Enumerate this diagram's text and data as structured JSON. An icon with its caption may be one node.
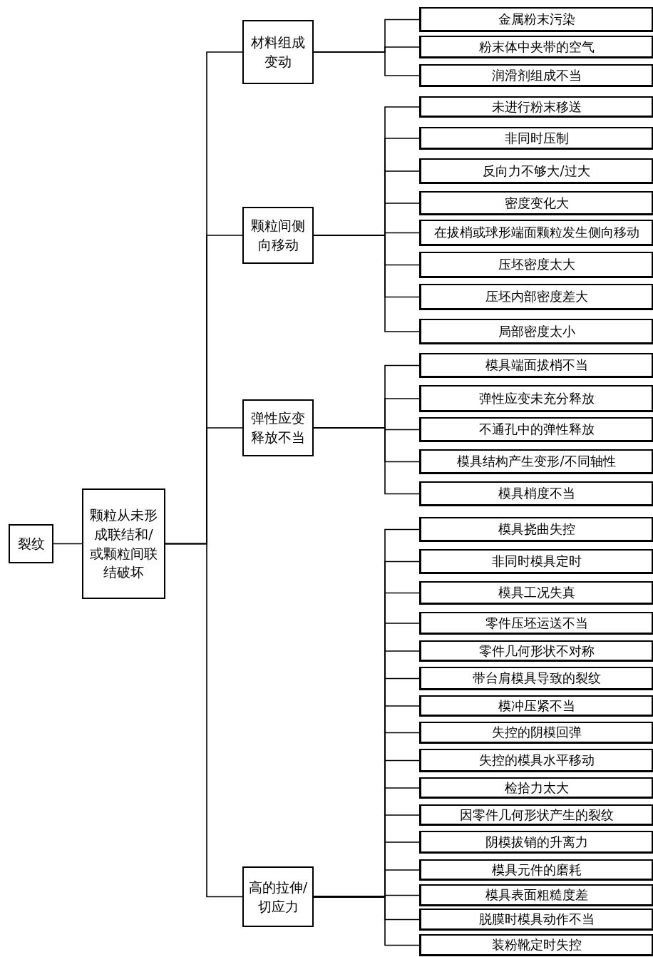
{
  "diagram": {
    "nodes": [
      {
        "text": [
          "裂纹"
        ]
      },
      {
        "text": [
          "颗粒从未形成联结和/或颗粒间联结破坏"
        ]
      },
      {
        "text": [
          "材料组成变动"
        ]
      },
      {
        "text": [
          "金属粉末污染"
        ]
      },
      {
        "text": [
          "粉末体中夹带的空气"
        ]
      },
      {
        "text": [
          "润滑剂组成不当"
        ]
      },
      {
        "text": [
          "颗粒间侧向移动"
        ]
      },
      {
        "text": [
          "未进行粉末移送"
        ]
      },
      {
        "text": [
          "非同时压制"
        ]
      },
      {
        "text": [
          "反向力不够大/过大"
        ]
      },
      {
        "text": [
          "密度变化大"
        ]
      },
      {
        "text": [
          "在拔梢或球形端面颗粒发生侧向移动"
        ]
      },
      {
        "text": [
          "压坯密度太大"
        ]
      },
      {
        "text": [
          "压坯内部密度差大"
        ]
      },
      {
        "text": [
          "局部密度太小"
        ]
      },
      {
        "text": [
          "弹性应变释放不当"
        ]
      },
      {
        "text": [
          "模具端面拔梢不当"
        ]
      },
      {
        "text": [
          "弹性应变未充分释放"
        ]
      },
      {
        "text": [
          "不通孔中的弹性释放"
        ]
      },
      {
        "text": [
          "模具结构产生变形/不同轴性"
        ]
      },
      {
        "text": [
          "模具梢度不当"
        ]
      },
      {
        "text": [
          "高的拉伸/切应力"
        ]
      },
      {
        "text": [
          "模具挠曲失控"
        ]
      },
      {
        "text": [
          "非同时模具定时"
        ]
      },
      {
        "text": [
          "模具工况失真"
        ]
      },
      {
        "text": [
          "零件压坯运送不当"
        ]
      },
      {
        "text": [
          "零件几何形状不对称"
        ]
      },
      {
        "text": [
          "带台肩模具导致的裂纹"
        ]
      },
      {
        "text": [
          "模冲压紧不当"
        ]
      },
      {
        "text": [
          "失控的阴模回弹"
        ]
      },
      {
        "text": [
          "失控的模具水平移动"
        ]
      },
      {
        "text": [
          "检拾力太大"
        ]
      },
      {
        "text": [
          "因零件几何形状产生的裂纹"
        ]
      },
      {
        "text": [
          "阴模拔销的升离力"
        ]
      },
      {
        "text": [
          "模具元件的磨耗"
        ]
      },
      {
        "text": [
          "模具表面粗糙度差"
        ]
      },
      {
        "text": [
          "脱膜时模具动作不当"
        ]
      },
      {
        "text": [
          "装粉靴定时失控"
        ]
      }
    ],
    "edges": [
      {
        "from": 0,
        "to": 1,
        "arrow": "none"
      },
      {
        "from": 1,
        "to": 2,
        "arrow": "none"
      },
      {
        "from": 1,
        "to": 6,
        "arrow": "none"
      },
      {
        "from": 1,
        "to": 15,
        "arrow": "none"
      },
      {
        "from": 1,
        "to": 21,
        "arrow": "none"
      },
      {
        "from": 2,
        "to": 3,
        "arrow": "none"
      },
      {
        "from": 2,
        "to": 4,
        "arrow": "none"
      },
      {
        "from": 2,
        "to": 5,
        "arrow": "none"
      },
      {
        "from": 6,
        "to": 7,
        "arrow": "none"
      },
      {
        "from": 6,
        "to": 8,
        "arrow": "none"
      },
      {
        "from": 6,
        "to": 9,
        "arrow": "none"
      },
      {
        "from": 6,
        "to": 10,
        "arrow": "none"
      },
      {
        "from": 6,
        "to": 11,
        "arrow": "none"
      },
      {
        "from": 6,
        "to": 12,
        "arrow": "none"
      },
      {
        "from": 6,
        "to": 13,
        "arrow": "none"
      },
      {
        "from": 6,
        "to": 14,
        "arrow": "none"
      },
      {
        "from": 15,
        "to": 16,
        "arrow": "none"
      },
      {
        "from": 15,
        "to": 17,
        "arrow": "none"
      },
      {
        "from": 15,
        "to": 18,
        "arrow": "none"
      },
      {
        "from": 15,
        "to": 19,
        "arrow": "none"
      },
      {
        "from": 15,
        "to": 20,
        "arrow": "none"
      },
      {
        "from": 21,
        "to": 22,
        "arrow": "none"
      },
      {
        "from": 21,
        "to": 23,
        "arrow": "none"
      },
      {
        "from": 21,
        "to": 24,
        "arrow": "none"
      },
      {
        "from": 21,
        "to": 25,
        "arrow": "none"
      },
      {
        "from": 21,
        "to": 26,
        "arrow": "none"
      },
      {
        "from": 21,
        "to": 27,
        "arrow": "none"
      },
      {
        "from": 21,
        "to": 28,
        "arrow": "none"
      },
      {
        "from": 21,
        "to": 29,
        "arrow": "none"
      },
      {
        "from": 21,
        "to": 30,
        "arrow": "none"
      },
      {
        "from": 21,
        "to": 31,
        "arrow": "none"
      },
      {
        "from": 21,
        "to": 32,
        "arrow": "none"
      },
      {
        "from": 21,
        "to": 33,
        "arrow": "none"
      },
      {
        "from": 21,
        "to": 34,
        "arrow": "none"
      },
      {
        "from": 21,
        "to": 35,
        "arrow": "none"
      },
      {
        "from": 21,
        "to": 36,
        "arrow": "none"
      },
      {
        "from": 21,
        "to": 37,
        "arrow": "none"
      }
    ]
  }
}
